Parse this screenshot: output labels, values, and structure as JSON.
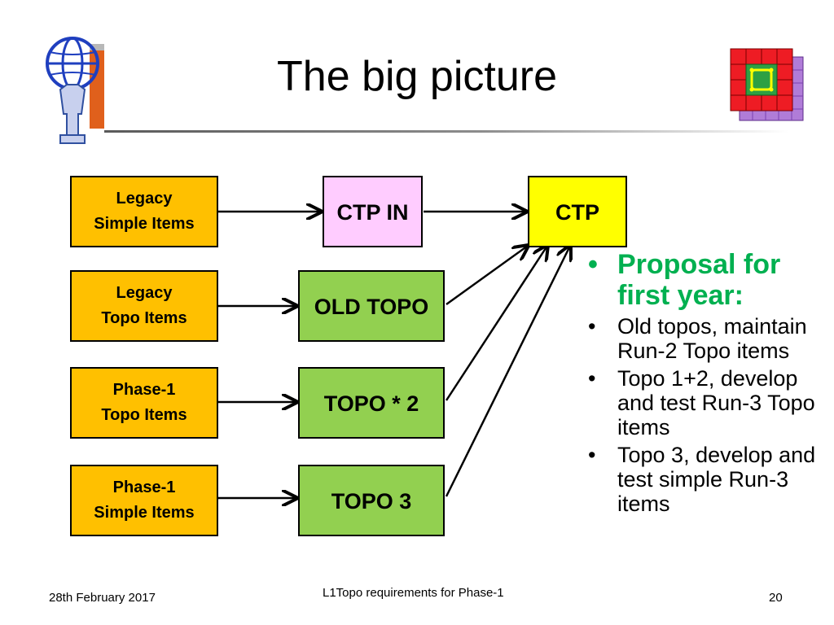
{
  "slide": {
    "title": "The big picture",
    "footer": {
      "date": "28th February 2017",
      "center": "L1Topo requirements for Phase-1",
      "page": "20"
    }
  },
  "diagram": {
    "sources": [
      {
        "line1": "Legacy",
        "line2": "Simple Items"
      },
      {
        "line1": "Legacy",
        "line2": "Topo Items"
      },
      {
        "line1": "Phase-1",
        "line2": "Topo Items"
      },
      {
        "line1": "Phase-1",
        "line2": "Simple Items"
      }
    ],
    "middle": [
      "CTP IN",
      "OLD TOPO",
      "TOPO * 2",
      "TOPO 3"
    ],
    "target": "CTP"
  },
  "bullets": {
    "heading": "Proposal for first year:",
    "items": [
      "Old topos, maintain Run-2 Topo items",
      "Topo 1+2, develop and test Run-3 Topo items",
      "Topo 3, develop and test simple Run-3 items"
    ]
  },
  "colors": {
    "source_fill": "#ffc000",
    "ctp_in_fill": "#ffccff",
    "topo_fill": "#92d050",
    "ctp_fill": "#ffff00",
    "heading_text": "#00b050"
  },
  "icons": {
    "left_logo": "atlas-logo-icon",
    "right_logo": "calorimeter-grid-icon"
  }
}
